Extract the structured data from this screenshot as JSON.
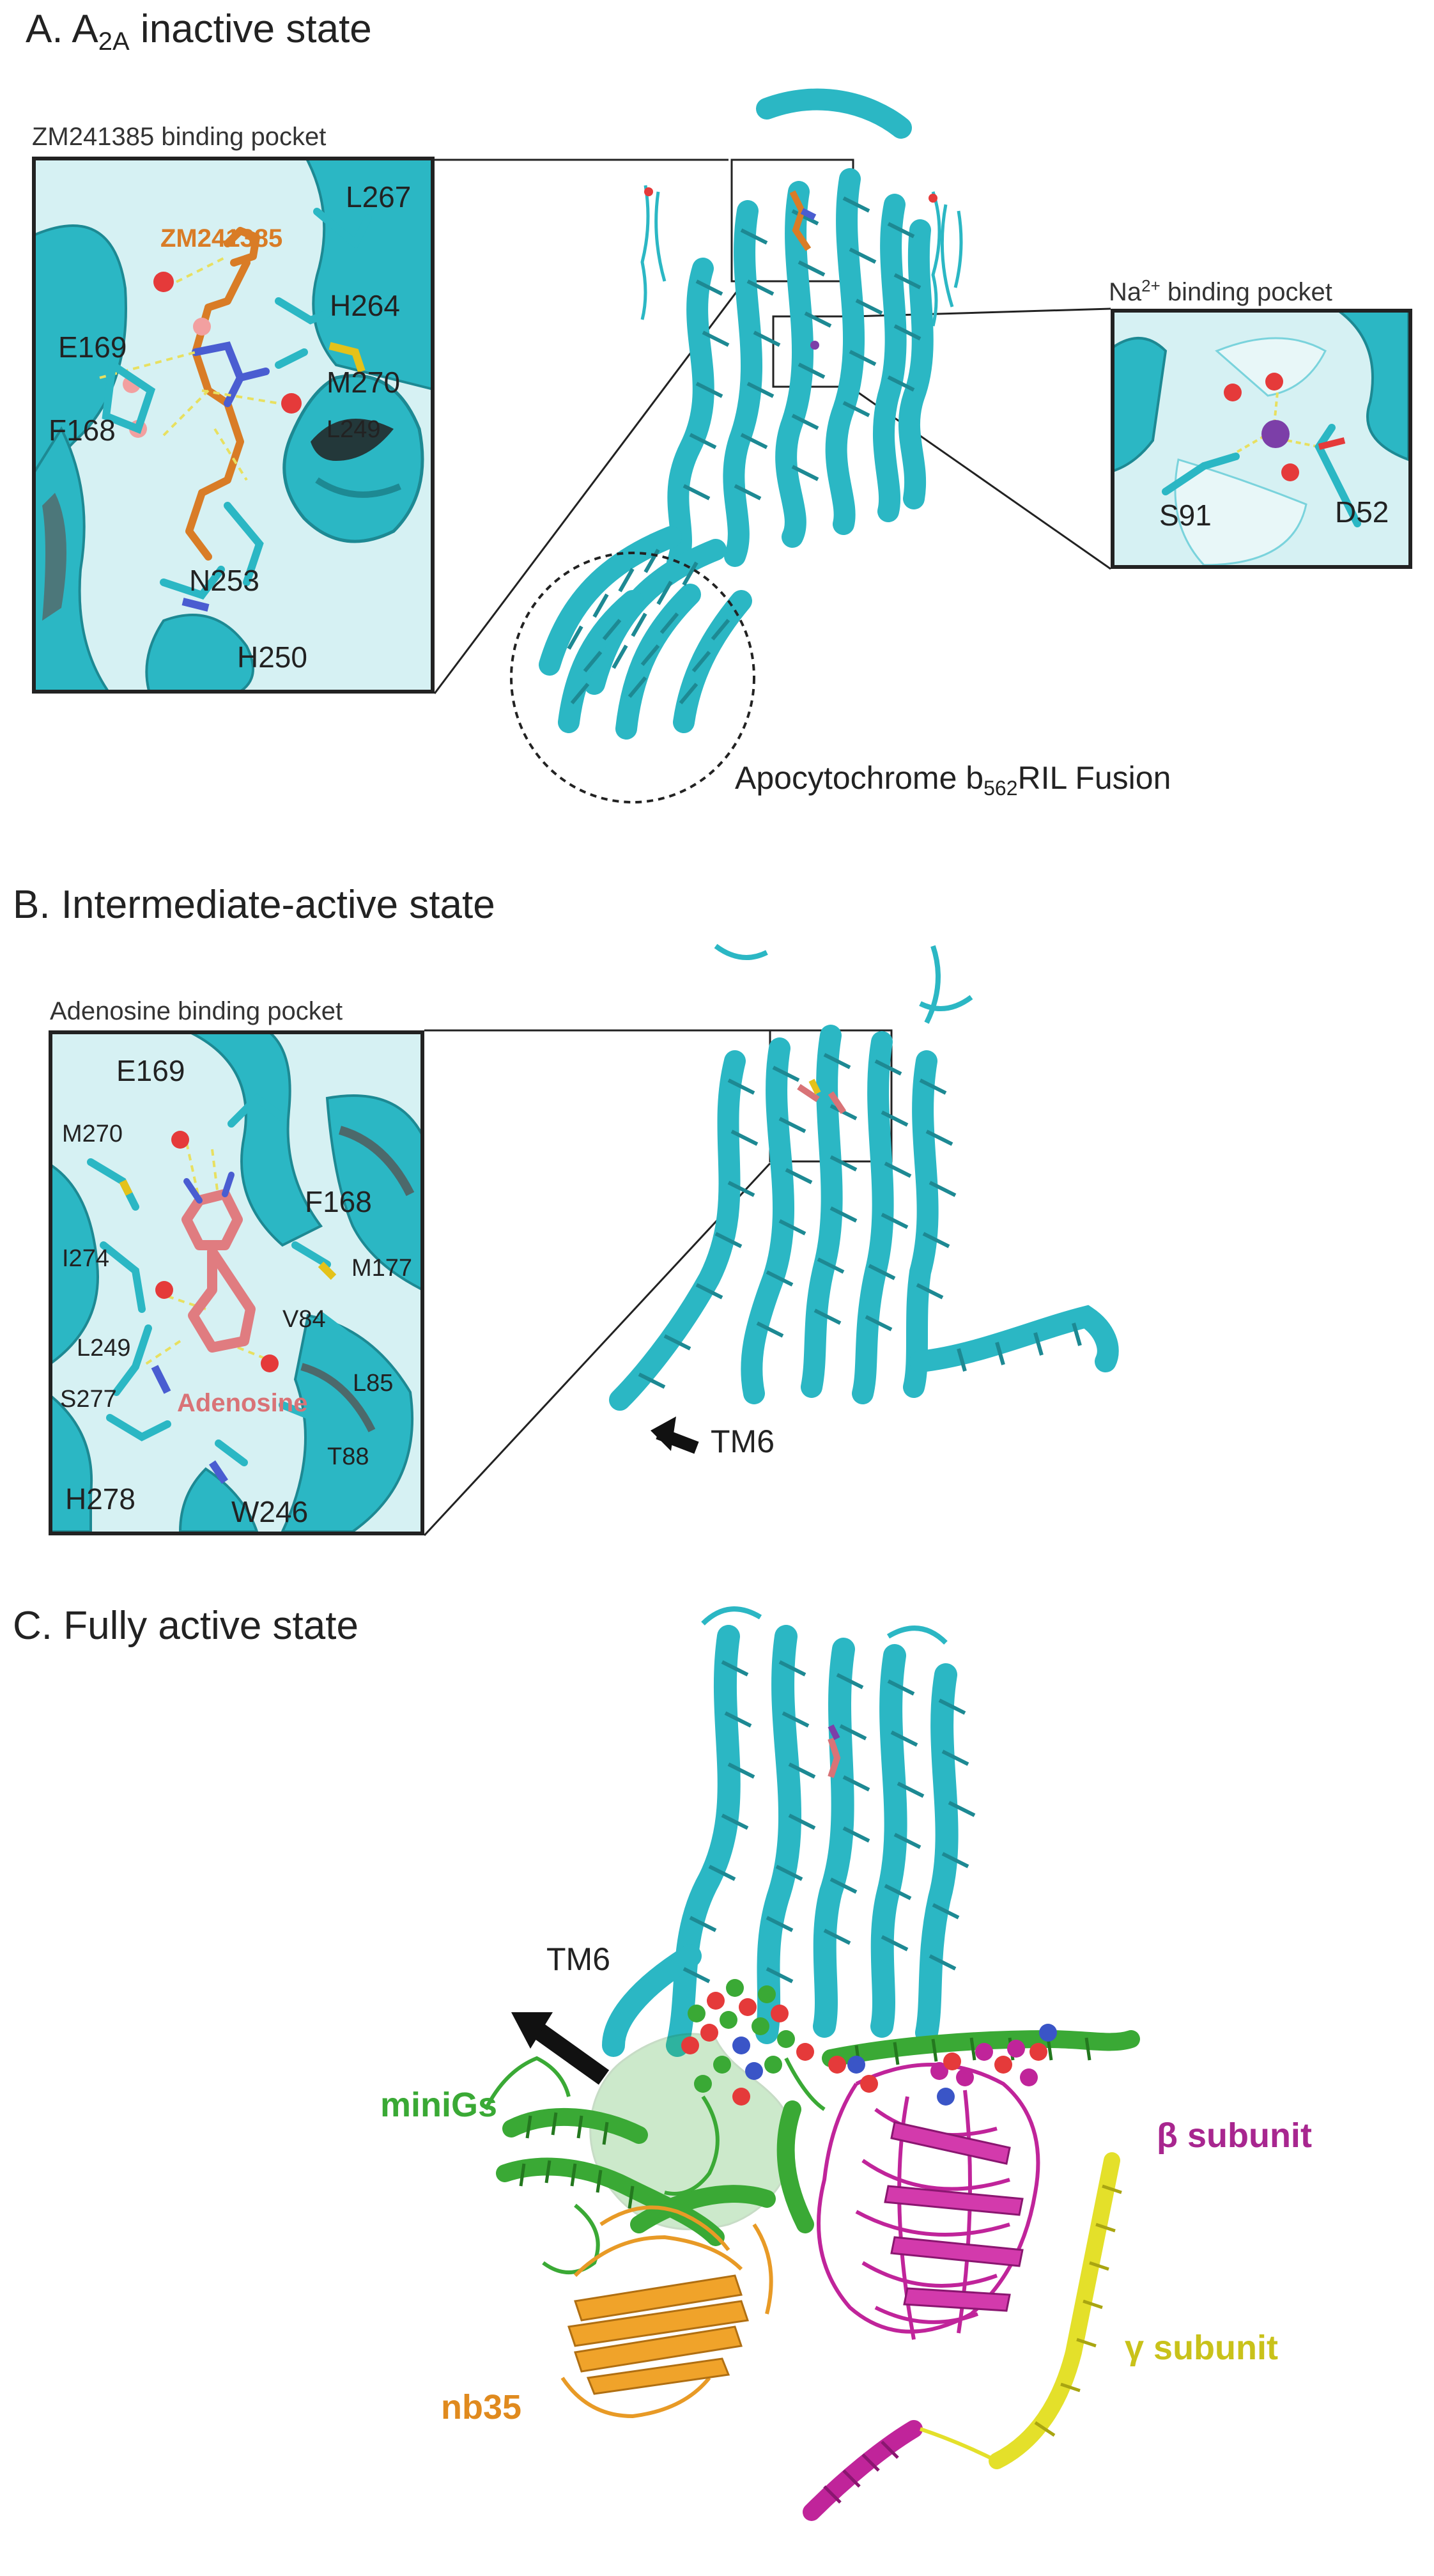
{
  "panelA": {
    "title_prefix": "A. A",
    "title_sub": "2A",
    "title_suffix": " inactive state",
    "pocket_title": "ZM241385 binding pocket",
    "ligand": "ZM241385",
    "residues": [
      "L267",
      "H264",
      "E169",
      "M270",
      "F168",
      "L249",
      "N253",
      "H250"
    ],
    "na_pocket_prefix": "Na",
    "na_pocket_sup": "2+",
    "na_pocket_suffix": " binding pocket",
    "na_residues": [
      "S91",
      "D52"
    ],
    "fusion_prefix": "Apocytochrome b",
    "fusion_sub": "562",
    "fusion_suffix": "RIL Fusion"
  },
  "panelB": {
    "title": "B. Intermediate-active state",
    "pocket_title": "Adenosine binding pocket",
    "ligand": "Adenosine",
    "residues": [
      "E169",
      "M270",
      "F168",
      "I274",
      "M177",
      "V84",
      "L249",
      "L85",
      "S277",
      "T88",
      "H278",
      "W246"
    ],
    "tm6": "TM6"
  },
  "panelC": {
    "title": "C. Fully active state",
    "tm6": "TM6",
    "subunits": [
      "miniGs",
      "β subunit",
      "γ subunit",
      "nb35"
    ]
  },
  "colors": {
    "receptor": "#2bb7c4",
    "miniGs": "#3aa935",
    "beta": "#c0249a",
    "gamma": "#e4e02a",
    "nb35": "#e89a26",
    "zm241385": "#d97c26",
    "adenosine": "#d97377"
  }
}
